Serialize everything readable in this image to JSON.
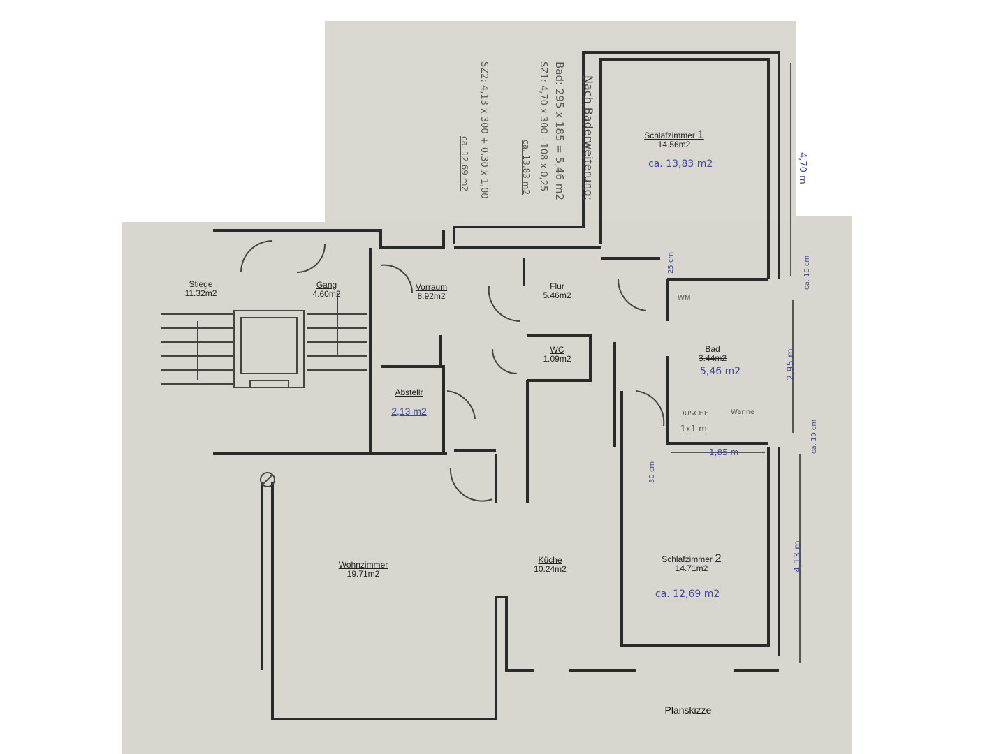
{
  "rooms": {
    "stiege": {
      "name": "Stiege",
      "area": "11.32m2"
    },
    "gang": {
      "name": "Gang",
      "area": "4.60m2"
    },
    "vorraum": {
      "name": "Vorraum",
      "area": "8.92m2"
    },
    "flur": {
      "name": "Flur",
      "area": "5.46m2"
    },
    "wc": {
      "name": "WC",
      "area": "1.09m2"
    },
    "abstellr": {
      "name": "Abstellr",
      "area": "2,13 m2"
    },
    "schlafzimmer1": {
      "name": "Schlafzimmer",
      "number": "1",
      "area_old": "14.56m2",
      "area_new": "ca. 13,83 m2"
    },
    "bad": {
      "name": "Bad",
      "area_old": "3.44m2",
      "area_new": "5,46 m2",
      "wm": "WM",
      "dusche": "DUSCHE",
      "dusche_size": "1x1 m",
      "wanne": "Wanne",
      "width": "1,85 m"
    },
    "wohnzimmer": {
      "name": "Wohnzimmer",
      "area": "19.71m2"
    },
    "kueche": {
      "name": "Küche",
      "area": "10.24m2"
    },
    "schlafzimmer2": {
      "name": "Schlafzimmer",
      "number": "2",
      "area_old": "14.71m2",
      "area_new": "ca. 12,69 m2"
    }
  },
  "dimensions": {
    "sz1_len": "4,70 m",
    "bad_len": "2,95 m",
    "sz2_len": "4,13 m",
    "wall1": "ca. 10 cm",
    "wall2": "ca. 10 cm",
    "d25": "25 cm",
    "d30": "30 cm"
  },
  "notes": {
    "title": "Nach Baderweiterung:",
    "bad": "Bad: 295 x 185 = 5,46 m2",
    "sz1": "SZ1: 4,70 x 300 - 108 x 0,25",
    "sz1_result": "ca. 13,83 m2",
    "sz2": "SZ2: 4,13 x 300 + 0,30 x 1,00",
    "sz2_result": "ca. 12,69 m2"
  },
  "caption": "Planskizze"
}
